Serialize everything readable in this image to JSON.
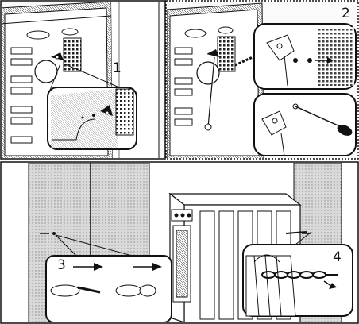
{
  "steps": [
    {
      "label": "1",
      "description_id": "remove-rear-screw"
    },
    {
      "label": "2",
      "description_id": "fit-bracket-with-screwdriver"
    },
    {
      "label": "3",
      "description_id": "wall-plug-and-screw"
    },
    {
      "label": "4",
      "description_id": "attach-chain-to-wall"
    }
  ],
  "colors": {
    "line": "#111111",
    "wall": "#d6d6d6",
    "panel": "#f4f4f4",
    "background": "#ffffff"
  }
}
